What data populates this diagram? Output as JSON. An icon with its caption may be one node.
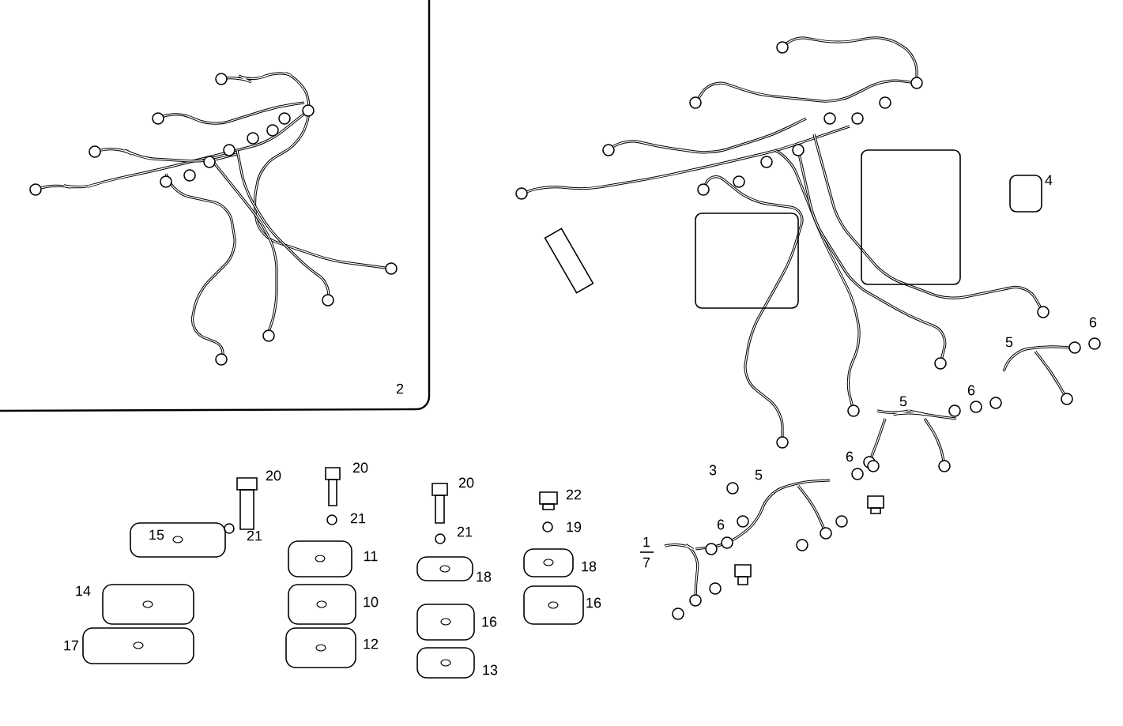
{
  "diagram": {
    "labels": [
      "4",
      "6",
      "5",
      "2",
      "5",
      "6",
      "5",
      "3",
      "6",
      "20",
      "20",
      "20",
      "22",
      "6",
      "21",
      "21",
      "21",
      "19",
      "15",
      "1",
      "7",
      "11",
      "18",
      "18",
      "14",
      "10",
      "16",
      "16",
      "17",
      "12",
      "13"
    ]
  }
}
